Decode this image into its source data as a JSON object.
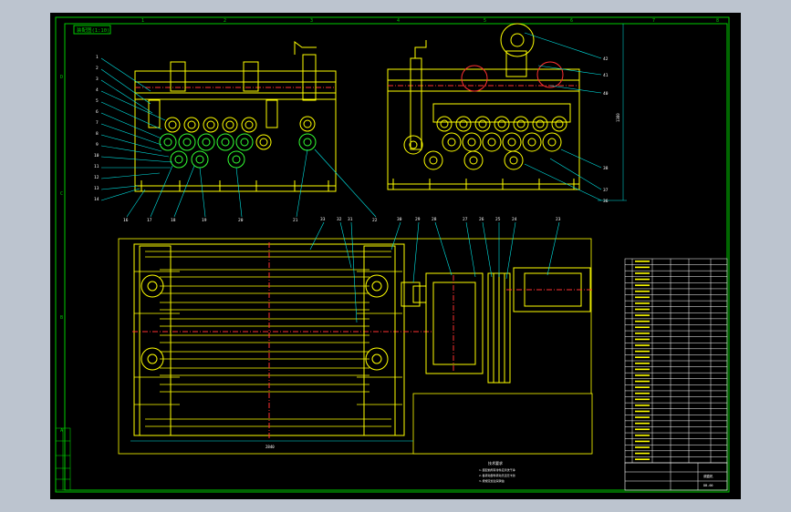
{
  "drawing": {
    "title_tab": "装配图(1:10)",
    "zone_letters": [
      "D",
      "C",
      "B",
      "A"
    ],
    "zone_numbers": [
      "1",
      "2",
      "3",
      "4",
      "5",
      "6",
      "7",
      "8"
    ],
    "front_leaders": [
      "1",
      "2",
      "3",
      "4",
      "5",
      "6",
      "7",
      "8",
      "9",
      "10",
      "11",
      "12",
      "13",
      "14"
    ],
    "bottom_leaders": [
      "16",
      "17",
      "18",
      "19",
      "20",
      "21",
      "22"
    ],
    "side_leaders_right": [
      "42",
      "41",
      "40",
      "38",
      "37",
      "36"
    ],
    "top_leaders": [
      "33",
      "32",
      "31",
      "30",
      "29",
      "28",
      "27",
      "26",
      "25",
      "24",
      "23"
    ],
    "dimension_overall": "2840",
    "height_dim": "1380",
    "tech_requirements_title": "技术要求",
    "tech_lines": [
      "1.装配前所有零件应清洗干净",
      "2.各转动部件转动灵活无卡滞",
      "3.按规定加注润滑油"
    ],
    "title_block": {
      "name": "调直机",
      "drawing_no": "DB-00"
    }
  },
  "colors": {
    "bg": "#000000",
    "frame": "#00cc00",
    "part": "#ffff00",
    "center": "#ff3030",
    "leader": "#00e5e5",
    "white": "#ffffff",
    "screen": "#bcc4cf"
  }
}
